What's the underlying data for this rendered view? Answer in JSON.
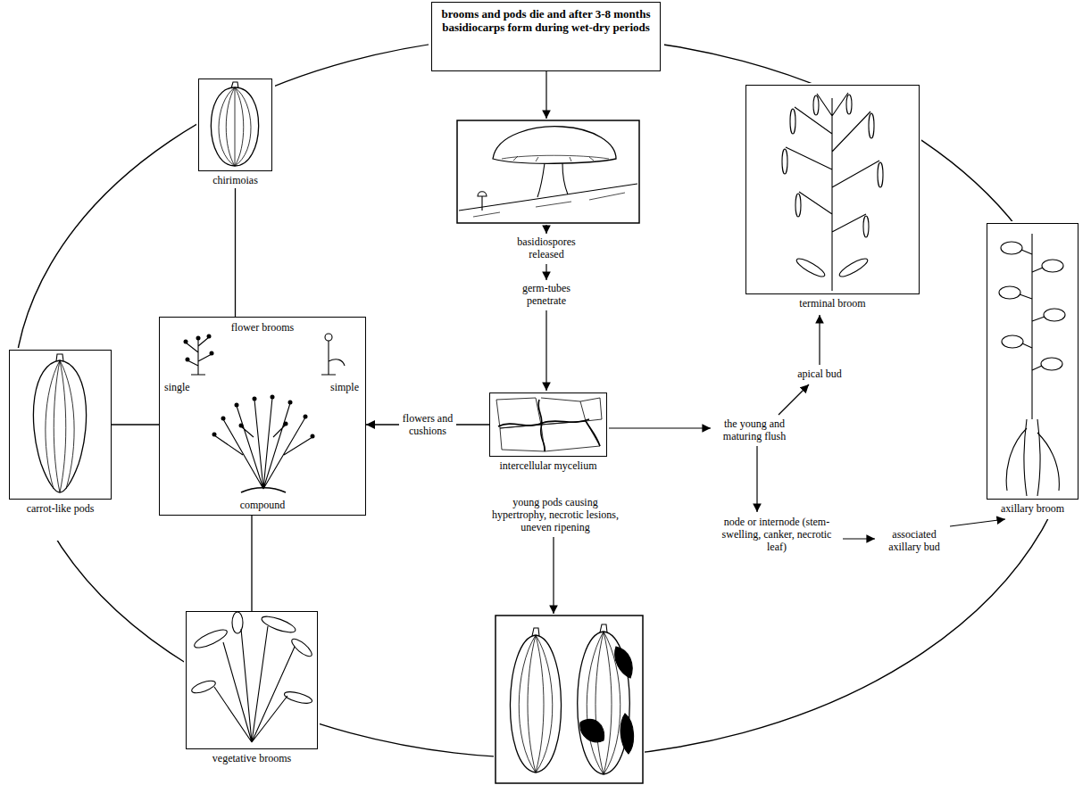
{
  "diagram": {
    "nodes": [
      {
        "text": [
          "brooms and pods die and after 3-8 months basidiocarps form during wet-dry periods"
        ]
      },
      {
        "text": [
          "chirimoias"
        ]
      },
      {
        "text": [
          "terminal broom"
        ]
      },
      {
        "text": [
          "flower brooms",
          "single",
          "simple",
          "compound"
        ]
      },
      {
        "text": [
          "intercellular mycelium"
        ]
      },
      {
        "text": [
          "axillary broom"
        ]
      },
      {
        "text": [
          "carrot-like pods"
        ]
      },
      {
        "text": [
          "vegetative brooms"
        ]
      }
    ],
    "edges": [
      {
        "from": 4,
        "to": 3,
        "arrow": "to",
        "label": "flowers and cushions"
      },
      {
        "from": 1,
        "to": 3,
        "arrow": "none"
      },
      {
        "from": 6,
        "to": 3,
        "arrow": "none"
      },
      {
        "from": 3,
        "to": 7,
        "arrow": "none"
      }
    ],
    "labels": [
      "basidiospores released",
      "germ-tubes penetrate",
      "the young and maturing flush",
      "apical bud",
      "node or internode (stem-swelling, canker, necrotic leaf)",
      "associated axillary bud",
      "young pods causing hypertrophy, necrotic lesions, uneven ripening"
    ]
  }
}
